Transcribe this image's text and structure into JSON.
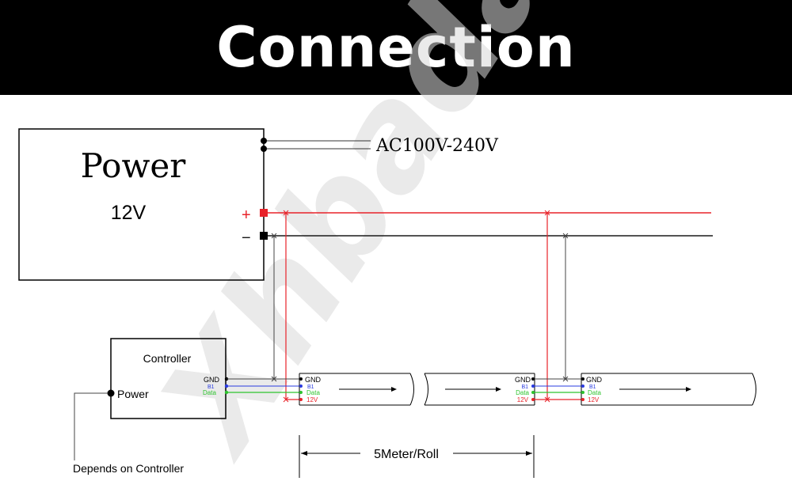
{
  "header": {
    "title": "Connection"
  },
  "power_supply": {
    "title": "Power",
    "voltage": "12V",
    "plus_sign": "+",
    "minus_sign": "−"
  },
  "ac_input": {
    "label": "AC100V-240V"
  },
  "controller": {
    "title": "Controller",
    "power_label": "Power",
    "pins": [
      "GND",
      "B1",
      "Data"
    ],
    "note": "Depends on Controller"
  },
  "strip": {
    "pins": [
      "GND",
      "B1",
      "Data",
      "12V"
    ]
  },
  "dimension": {
    "label": "5Meter/Roll"
  },
  "watermark": {
    "text": "Xhbada"
  },
  "colors": {
    "power_positive": "#e8232a",
    "ground": "#1a1a1a",
    "b1": "#2a3be0",
    "data": "#2ec42e"
  }
}
